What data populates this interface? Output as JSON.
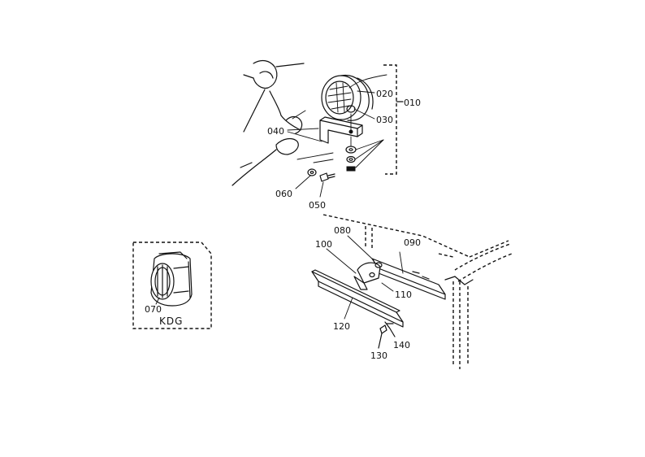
{
  "labels": {
    "l010": "010",
    "l020": "020",
    "l030": "030",
    "l040": "040",
    "l050": "050",
    "l060": "060",
    "l070": "070",
    "l080": "080",
    "l090": "090",
    "l100": "100",
    "l110": "110",
    "l120": "120",
    "l130": "130",
    "l140": "140",
    "kdg": "KDG"
  }
}
